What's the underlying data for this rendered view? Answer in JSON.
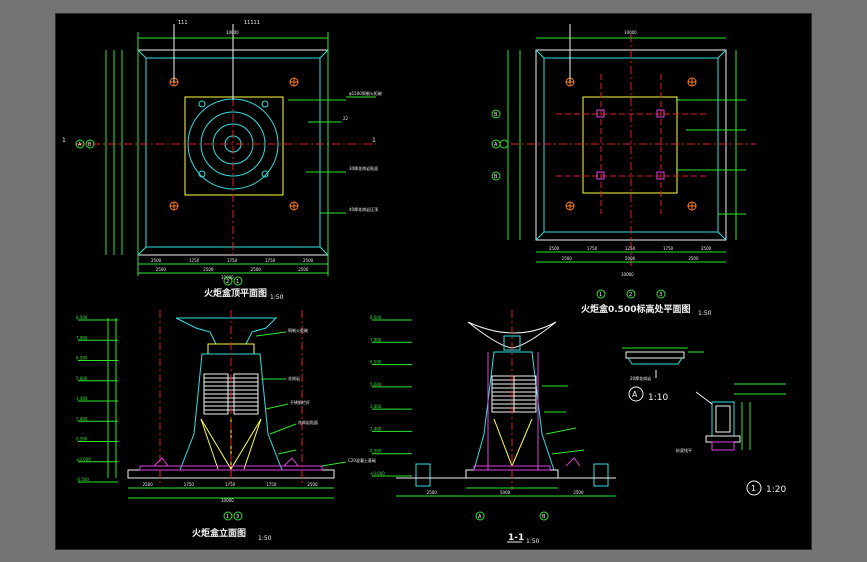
{
  "colors": {
    "sheet_bg": "#000000",
    "frame_bg": "#747474",
    "green": "#2ee62e",
    "cyan": "#30e0e0",
    "yellow": "#ffff40",
    "red": "#e02020",
    "magenta": "#e040e0",
    "white": "#f2f2f2",
    "orange": "#ff7a1a"
  },
  "titles": {
    "top_plan": "火炬盒顶平面图",
    "top_plan_scale": "1:50",
    "section_plan": "火炬盒0.500标高处平面图",
    "section_plan_scale": "1:50",
    "front_elev": "火炬盒立面图",
    "front_elev_scale": "1:50",
    "section_11": "1-1",
    "section_11_scale": "1:50",
    "detail_a": "A",
    "detail_a_scale": "1:10",
    "detail_1": "1",
    "detail_1_scale": "1:20"
  },
  "axes": {
    "left_plan_bubbles": [
      "1",
      "A",
      "B"
    ],
    "left_plan_bottom_bubbles": [
      "2",
      "1"
    ],
    "right_plan_left_bubbles": [
      "B",
      "A",
      "B"
    ],
    "right_plan_bottom_bubbles": [
      "1",
      "2",
      "3"
    ],
    "elev_bottom_bubbles": [
      "1",
      "3"
    ],
    "section_bottom_bubbles": [
      "A",
      "B"
    ]
  },
  "dims": {
    "left_plan_top": "10000",
    "left_plan_bottom_row1": [
      "2500",
      "1750",
      "1750",
      "1750",
      "2500"
    ],
    "left_plan_bottom_row2": [
      "2500",
      "2500",
      "2500",
      "2500"
    ],
    "left_plan_bottom_total": "10000",
    "right_plan_top": "10000",
    "right_plan_bottom_row1": [
      "2500",
      "1750",
      "1250",
      "1750",
      "2500"
    ],
    "right_plan_bottom_row2": [
      "2500",
      "5000",
      "2500"
    ],
    "right_plan_bottom_total": "10000",
    "elev_bottom_row1": [
      "2500",
      "1750",
      "1750",
      "1750",
      "2500"
    ],
    "elev_bottom_total": "10000",
    "section_bottom_row1": [
      "2500",
      "5000",
      "2500"
    ],
    "levels_left": [
      "8.500",
      "7.900",
      "6.500",
      "5.600",
      "3.400",
      "2.400",
      "0.500",
      "±0.000",
      "-0.500"
    ],
    "levels_right": [
      "8.500",
      "7.900",
      "6.500",
      "5.600",
      "3.400",
      "2.400",
      "0.500",
      "±0.000"
    ]
  },
  "notes": {
    "plan_leader_1": "φ1500铜制火炬碗",
    "plan_leader_2": "22",
    "plan_leader_3": "30厚花岗岩贴面",
    "plan_leader_4": "40厚花岗岩压顶",
    "elev_leader_1": "铜制火炬碗",
    "elev_leader_2": "花岗岩",
    "elev_leader_3": "不锈钢栏杆",
    "elev_leader_4": "花岗岩贴面",
    "elev_leader_5": "C20混凝土基础",
    "detail_leader_1": "20厚花岗岩",
    "detail_leader_2": "砂浆找平"
  }
}
